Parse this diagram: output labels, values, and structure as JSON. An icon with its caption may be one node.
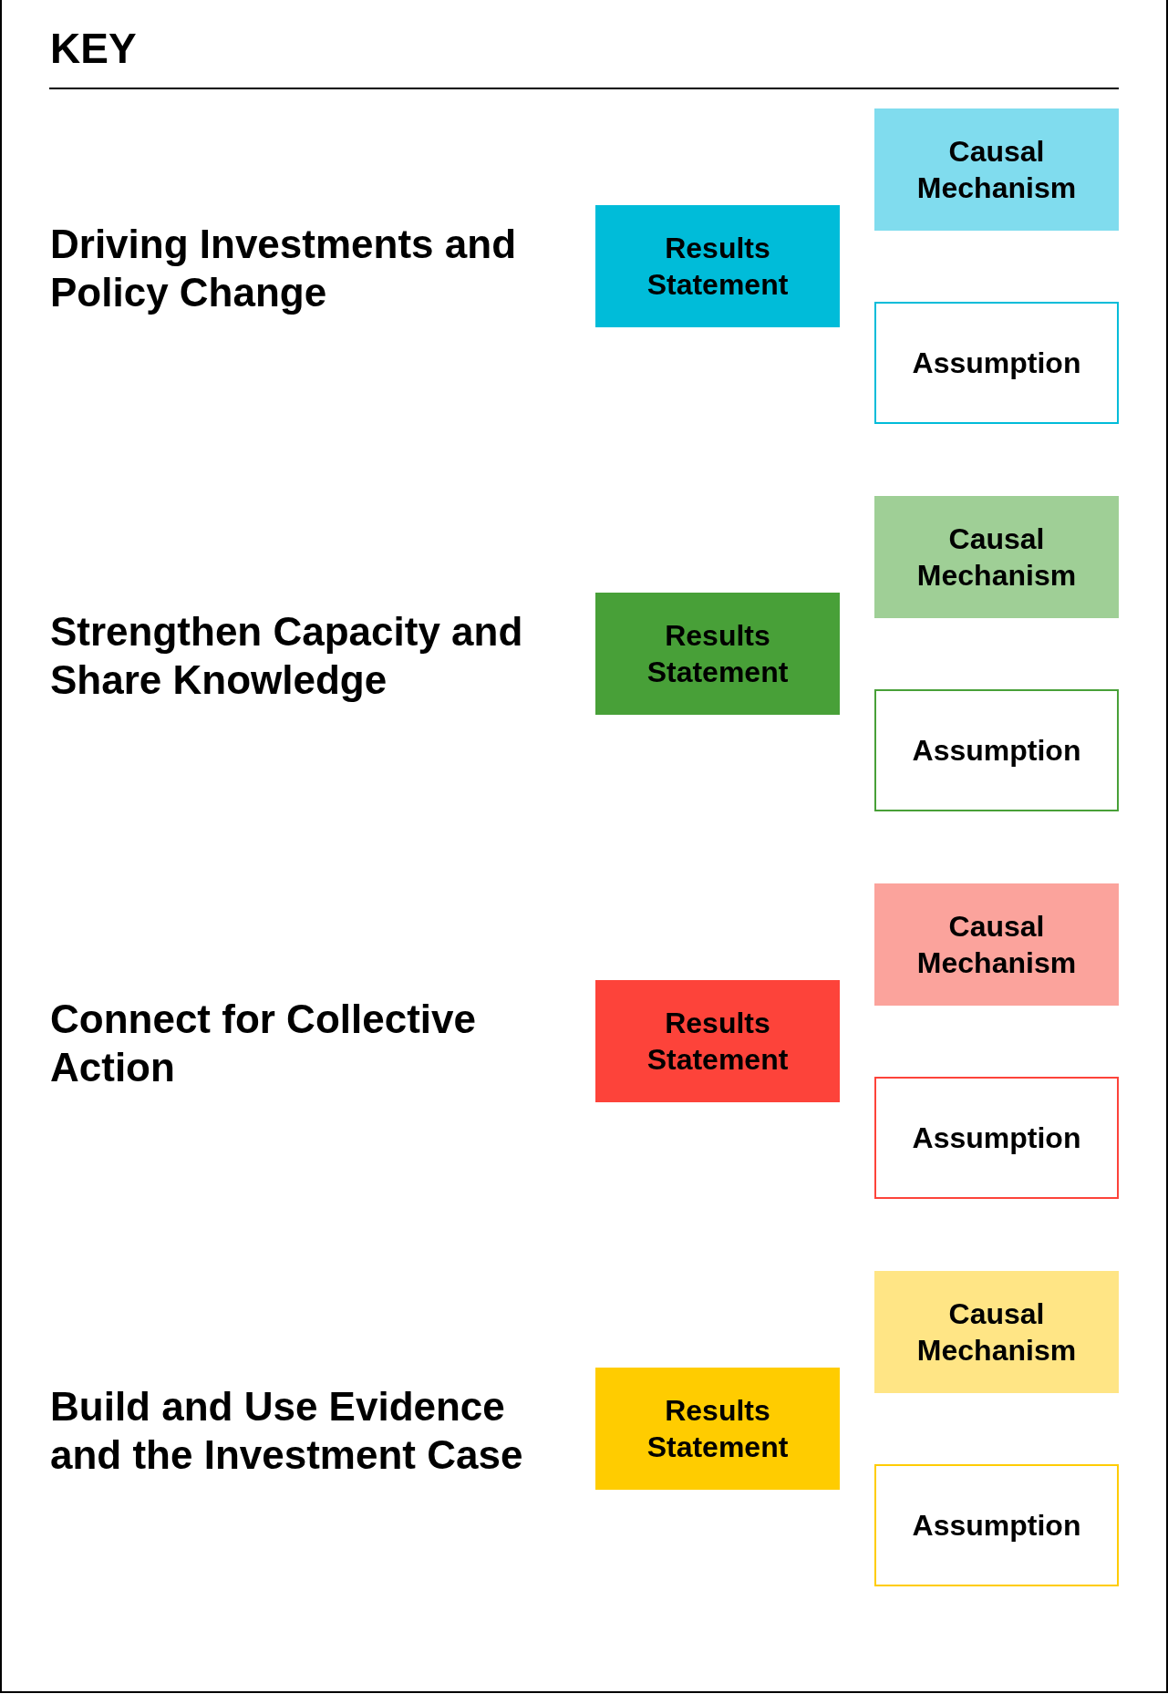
{
  "diagram": {
    "title": "KEY",
    "nodes": [
      {
        "text": [
          "Causal Mechanism"
        ]
      },
      {
        "text": [
          "Results Statement"
        ]
      },
      {
        "text": [
          "Assumption"
        ]
      },
      {
        "text": [
          "Causal Mechanism"
        ]
      },
      {
        "text": [
          "Results Statement"
        ]
      },
      {
        "text": [
          "Assumption"
        ]
      },
      {
        "text": [
          "Causal Mechanism"
        ]
      },
      {
        "text": [
          "Results Statement"
        ]
      },
      {
        "text": [
          "Assumption"
        ]
      },
      {
        "text": [
          "Causal Mechanism"
        ]
      },
      {
        "text": [
          "Results Statement"
        ]
      },
      {
        "text": [
          "Assumption"
        ]
      }
    ],
    "labels": [
      "Driving Investments and Policy Change",
      "Strengthen Capacity and Share Knowledge",
      "Connect for Collective Action",
      "Build and Use Evidence and the Investment Case"
    ]
  }
}
